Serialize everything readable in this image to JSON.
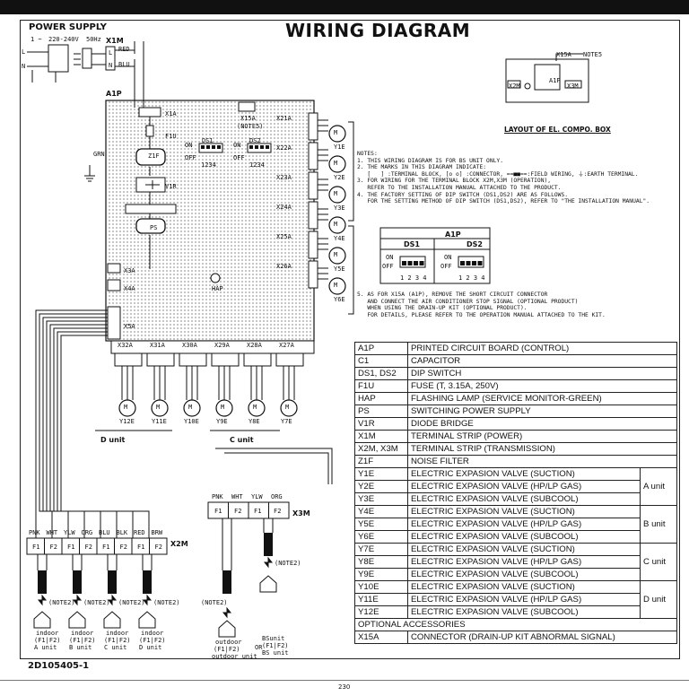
{
  "title": "WIRING DIAGRAM",
  "doc_number": "2D105405-1",
  "page_number": "230",
  "power_supply": {
    "label": "POWER SUPPLY",
    "phase": "1 ~",
    "voltage": "220-240V",
    "freq": "50Hz",
    "l": "L",
    "n": "N"
  },
  "terminal_x1m": {
    "label": "X1M",
    "red": "RED",
    "blu": "BLU",
    "l": "L",
    "n": "N"
  },
  "board": {
    "label": "A1P",
    "x1a": "X1A",
    "f1u": "F1U",
    "z1f": "Z1F",
    "v1r": "V1R",
    "ps": "PS",
    "hap": "HAP",
    "x15a": "X15A",
    "notes5": "(NOTE5)",
    "ds1": "DS1",
    "ds2": "DS2",
    "on": "ON",
    "off": "OFF",
    "sw_nums": "1234",
    "x3a": "X3A",
    "x4a": "X4A",
    "x5a": "X5A",
    "grn": "GRN"
  },
  "right_connectors": [
    "X21A",
    "X22A",
    "X23A",
    "X24A",
    "X25A",
    "X26A"
  ],
  "right_valves": [
    "Y1E",
    "Y2E",
    "Y3E",
    "Y4E",
    "Y5E",
    "Y6E"
  ],
  "bottom_connectors": [
    "X32A",
    "X31A",
    "X30A",
    "X29A",
    "X28A",
    "X27A"
  ],
  "bottom_valves": [
    "Y12E",
    "Y11E",
    "Y10E",
    "Y9E",
    "Y8E",
    "Y7E"
  ],
  "d_unit": "D unit",
  "c_unit": "C unit",
  "layout": {
    "title": "LAYOUT OF EL. COMPO. BOX",
    "x15a": "X15A",
    "notes": "NOTE5",
    "a1p": "A1P",
    "x2m": "X2M",
    "x3m": "X3M"
  },
  "notes": [
    "NOTES:",
    "1. THIS WIRING DIAGRAM IS FOR BS UNIT ONLY.",
    "2. THE MARKS IN THIS DIAGRAM INDICATE:",
    "   [   ] :TERMINAL BLOCK, [o o] :CONNECTOR, ==■■==:FIELD WIRING, ⏚:EARTH TERMINAL.",
    "3. FOR WIRING FOR THE TERMINAL BLOCK X2M,X3M (OPERATION),",
    "   REFER TO THE INSTALLATION MANUAL ATTACHED TO THE PRODUCT.",
    "4. THE FACTORY SETTING OF DIP SWITCH (DS1,DS2) ARE AS FOLLOWS.",
    "   FOR THE SETTING METHOD OF DIP SWITCH (DS1,DS2), REFER TO \"THE INSTALLATION MANUAL\"."
  ],
  "note5": [
    "5. AS FOR X15A (A1P), REMOVE THE SHORT CIRCUIT CONNECTOR",
    "   AND CONNECT THE AIR CONDITIONER STOP SIGNAL (OPTIONAL PRODUCT)",
    "   WHEN USING THE DRAIN-UP KIT (OPTIONAL PRODUCT).",
    "   FOR DETAILS, PLEASE REFER TO THE OPERATION MANUAL ATTACHED TO THE KIT."
  ],
  "dip_table": {
    "header": "A1P",
    "ds1": "DS1",
    "ds2": "DS2",
    "on": "ON",
    "off": "OFF",
    "nums": "1 2 3 4"
  },
  "x2m_terminals": {
    "label": "X2M",
    "wires": [
      "PNK",
      "WHT",
      "YLW",
      "ORG",
      "BLU",
      "BLK",
      "RED",
      "BRW"
    ],
    "units": [
      {
        "name": "indoor",
        "f": "(F1|F2)",
        "unit": "A unit"
      },
      {
        "name": "indoor",
        "f": "(F1|F2)",
        "unit": "B unit"
      },
      {
        "name": "indoor",
        "f": "(F1|F2)",
        "unit": "C unit"
      },
      {
        "name": "indoor",
        "f": "(F1|F2)",
        "unit": "D unit"
      }
    ]
  },
  "x3m_terminals": {
    "label": "X3M",
    "wires": [
      "PNK",
      "WHT",
      "YLW",
      "ORG"
    ],
    "outdoor": {
      "name": "outdoor",
      "f": "(F1|F2)",
      "unit": "outdoor unit"
    },
    "or": "OR",
    "bs": {
      "name": "BSunit",
      "f": "(F1|F2)",
      "unit": "BS unit"
    }
  },
  "f_labels": [
    "F1",
    "F2"
  ],
  "note_ref": "(NOTE2)",
  "legend": [
    {
      "code": "A1P",
      "desc": "PRINTED CIRCUIT BOARD (CONTROL)"
    },
    {
      "code": "C1",
      "desc": "CAPACITOR"
    },
    {
      "code": "DS1, DS2",
      "desc": "DIP SWITCH"
    },
    {
      "code": "F1U",
      "desc": "FUSE (T, 3.15A, 250V)"
    },
    {
      "code": "HAP",
      "desc": "FLASHING LAMP (SERVICE MONITOR-GREEN)"
    },
    {
      "code": "PS",
      "desc": "SWITCHING POWER SUPPLY"
    },
    {
      "code": "V1R",
      "desc": "DIODE BRIDGE"
    },
    {
      "code": "X1M",
      "desc": "TERMINAL STRIP (POWER)"
    },
    {
      "code": "X2M, X3M",
      "desc": "TERMINAL STRIP (TRANSMISSION)"
    },
    {
      "code": "Z1F",
      "desc": "NOISE FILTER"
    }
  ],
  "legend_valves": [
    {
      "code": "Y1E",
      "desc": "ELECTRIC EXPASION VALVE (SUCTION)",
      "unit": "A unit"
    },
    {
      "code": "Y2E",
      "desc": "ELECTRIC EXPASION VALVE (HP/LP GAS)",
      "unit": ""
    },
    {
      "code": "Y3E",
      "desc": "ELECTRIC EXPASION VALVE (SUBCOOL)",
      "unit": ""
    },
    {
      "code": "Y4E",
      "desc": "ELECTRIC EXPASION VALVE (SUCTION)",
      "unit": "B unit"
    },
    {
      "code": "Y5E",
      "desc": "ELECTRIC EXPASION VALVE (HP/LP GAS)",
      "unit": ""
    },
    {
      "code": "Y6E",
      "desc": "ELECTRIC EXPASION VALVE (SUBCOOL)",
      "unit": ""
    },
    {
      "code": "Y7E",
      "desc": "ELECTRIC EXPASION VALVE (SUCTION)",
      "unit": "C unit"
    },
    {
      "code": "Y8E",
      "desc": "ELECTRIC EXPASION VALVE (HP/LP GAS)",
      "unit": ""
    },
    {
      "code": "Y9E",
      "desc": "ELECTRIC EXPASION VALVE (SUBCOOL)",
      "unit": ""
    },
    {
      "code": "Y10E",
      "desc": "ELECTRIC EXPASION VALVE (SUCTION)",
      "unit": "D unit"
    },
    {
      "code": "Y11E",
      "desc": "ELECTRIC EXPASION VALVE (HP/LP GAS)",
      "unit": ""
    },
    {
      "code": "Y12E",
      "desc": "ELECTRIC EXPASION VALVE (SUBCOOL)",
      "unit": ""
    }
  ],
  "optional": {
    "header": "OPTIONAL ACCESSORIES",
    "code": "X15A",
    "desc": "CONNECTOR (DRAIN-UP KIT ABNORMAL SIGNAL)"
  }
}
